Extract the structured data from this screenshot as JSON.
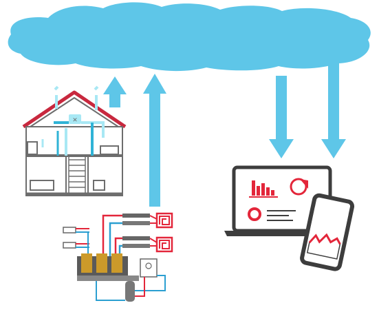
{
  "colors": {
    "cloud": "#5ec6e8",
    "arrow": "#5ec6e8",
    "house_outline": "#6d6d6d",
    "roof": "#c8283e",
    "duct_light": "#a8e8f4",
    "duct_dark": "#2fb3d6",
    "device": "#3d3d3d",
    "accent_red": "#e3263a",
    "pipe_blue": "#2b9fd1"
  },
  "icons": [
    "cloud-icon",
    "house-ventilation-icon",
    "heating-system-icon",
    "laptop-dashboard-icon",
    "smartphone-chart-icon",
    "upload-arrow-icon",
    "download-arrow-icon"
  ],
  "flows": [
    {
      "from": "house",
      "to": "cloud",
      "direction": "up"
    },
    {
      "from": "heating-system",
      "to": "cloud",
      "direction": "up"
    },
    {
      "from": "cloud",
      "to": "laptop",
      "direction": "down"
    },
    {
      "from": "cloud",
      "to": "smartphone",
      "direction": "down"
    }
  ]
}
